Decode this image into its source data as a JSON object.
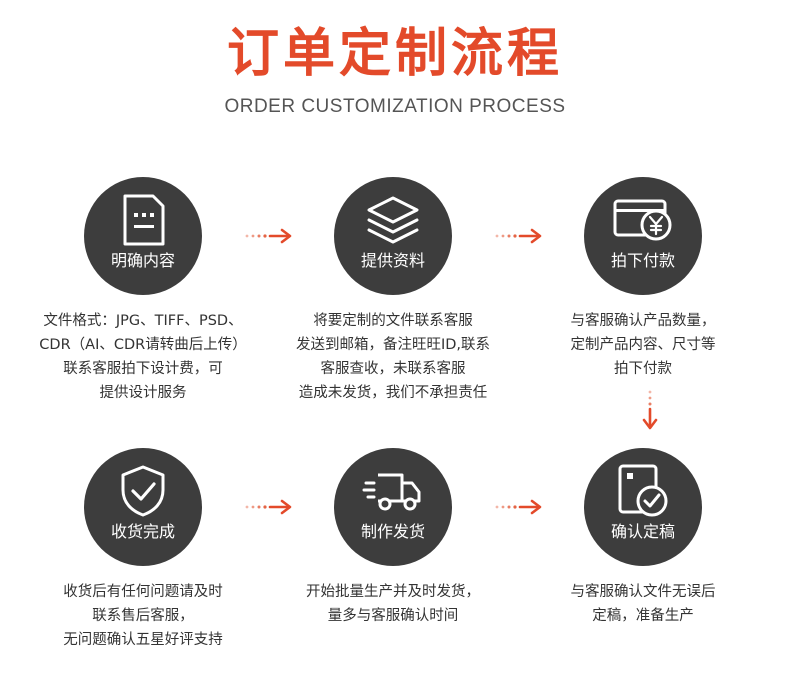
{
  "header": {
    "title": "订单定制流程",
    "subtitle": "ORDER CUSTOMIZATION PROCESS"
  },
  "steps": [
    {
      "label": "明确内容",
      "icon": "document-icon",
      "desc": [
        "文件格式：JPG、TIFF、PSD、",
        "CDR（AI、CDR请转曲后上传）",
        "联系客服拍下设计费，可",
        "提供设计服务"
      ]
    },
    {
      "label": "提供资料",
      "icon": "layers-icon",
      "desc": [
        "将要定制的文件联系客服",
        "发送到邮箱，备注旺旺ID,联系",
        "客服查收，未联系客服",
        "造成未发货，我们不承担责任"
      ]
    },
    {
      "label": "拍下付款",
      "icon": "yen-card-icon",
      "desc": [
        "与客服确认产品数量，",
        "定制产品内容、尺寸等",
        "拍下付款"
      ]
    },
    {
      "label": "确认定稿",
      "icon": "confirm-draft-icon",
      "desc": [
        "与客服确认文件无误后",
        "定稿，准备生产"
      ]
    },
    {
      "label": "制作发货",
      "icon": "truck-icon",
      "desc": [
        "开始批量生产并及时发货，",
        "量多与客服确认时间"
      ]
    },
    {
      "label": "收货完成",
      "icon": "shield-check-icon",
      "desc": [
        "收货后有任何问题请及时",
        "联系售后客服，",
        "无问题确认五星好评支持"
      ]
    }
  ],
  "colors": {
    "accent": "#e34a2a",
    "circle": "#3d3d3d"
  }
}
